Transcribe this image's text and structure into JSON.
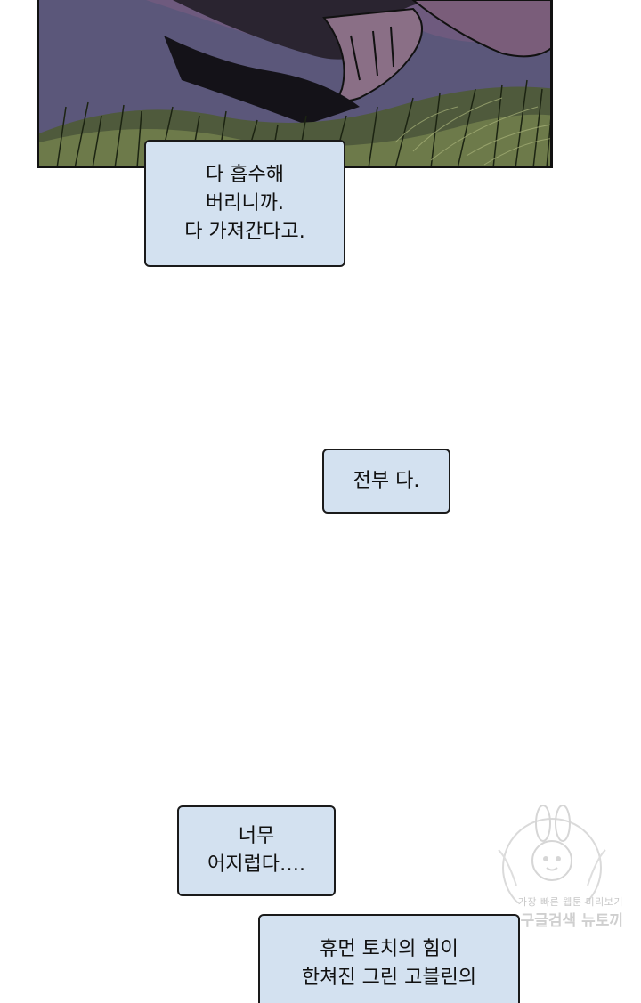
{
  "panel": {
    "art": "dark-grass-scene"
  },
  "bubbles": [
    {
      "lines": [
        "다 흡수해",
        "버리니까.",
        "다 가져간다고."
      ]
    },
    {
      "lines": [
        "전부 다."
      ]
    },
    {
      "lines": [
        "너무",
        "어지럽다…."
      ]
    },
    {
      "lines": [
        "휴먼 토치의 힘이",
        "한쳐진 그린 고블린의"
      ]
    }
  ],
  "watermark": {
    "tagline": "가장 빠른 웹툰 미리보기",
    "brand": "구글검색 뉴토끼"
  }
}
